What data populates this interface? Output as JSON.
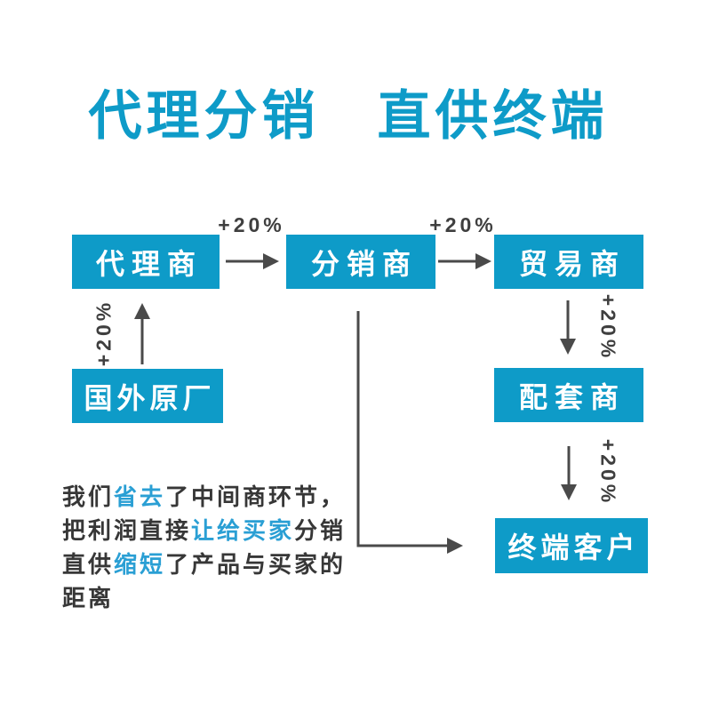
{
  "title": "代理分销　直供终端",
  "nodes": {
    "agent": {
      "label": "代理商"
    },
    "distributor": {
      "label": "分销商"
    },
    "trader": {
      "label": "贸易商"
    },
    "factory": {
      "label": "国外原厂"
    },
    "supplier": {
      "label": "配套商"
    },
    "customer": {
      "label": "终端客户"
    }
  },
  "arrows": {
    "factory_to_agent": {
      "label": "+20%",
      "direction": "up"
    },
    "agent_to_distributor": {
      "label": "+20%",
      "direction": "right"
    },
    "distributor_to_trader": {
      "label": "+20%",
      "direction": "right"
    },
    "trader_to_supplier": {
      "label": "+20%",
      "direction": "down"
    },
    "supplier_to_customer": {
      "label": "+20%",
      "direction": "down"
    },
    "distributor_to_customer": {
      "label": "",
      "direction": "elbow-down-right"
    }
  },
  "description": {
    "line1": {
      "pre": "我们",
      "highlight": "省去",
      "post": "了中间商环节，"
    },
    "line2": {
      "pre": "把利润直接",
      "highlight": "让给买家",
      "post": "分销"
    },
    "line3": {
      "pre": "直供",
      "highlight": "缩短",
      "post": "了产品与买家的"
    },
    "line4": {
      "pre": "距离",
      "highlight": "",
      "post": ""
    }
  },
  "colors": {
    "primary": "#0e9bc8",
    "highlight": "#2a9fd4",
    "arrow": "#4a4a4a",
    "text": "#373737"
  }
}
